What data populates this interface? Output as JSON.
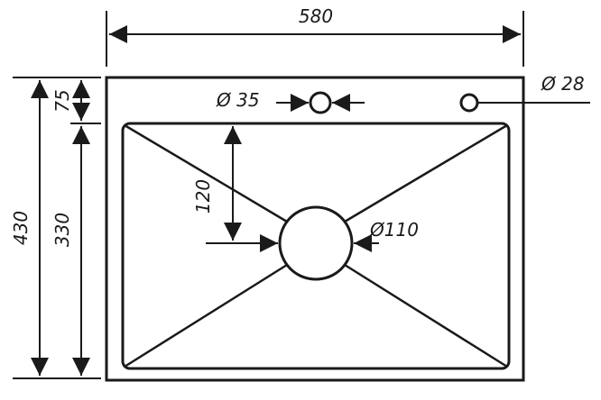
{
  "drawing": {
    "dimensions": {
      "overall_width": "580",
      "overall_height": "430",
      "bowl_height": "330",
      "top_rim": "75",
      "drain_offset": "120"
    },
    "holes": {
      "tap_hole": "Ø 35",
      "side_hole": "Ø 28",
      "drain": "Ø110"
    }
  }
}
